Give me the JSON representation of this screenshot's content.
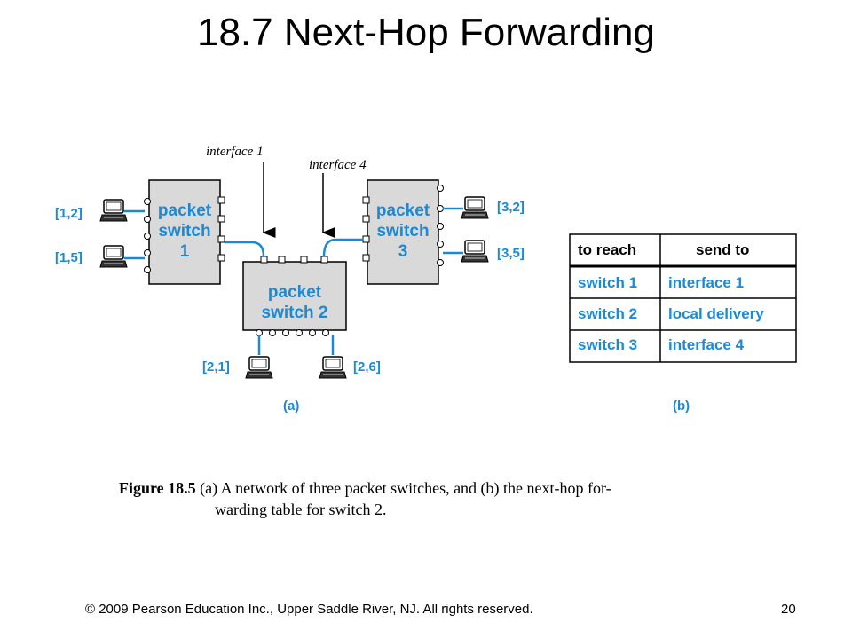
{
  "title": "18.7  Next-Hop Forwarding",
  "diagram": {
    "switches": [
      {
        "line1": "packet",
        "line2": "switch",
        "line3": "1"
      },
      {
        "line1": "packet",
        "line2": "switch 2"
      },
      {
        "line1": "packet",
        "line2": "switch",
        "line3": "3"
      }
    ],
    "hosts": [
      "[1,2]",
      "[1,5]",
      "[3,2]",
      "[3,5]",
      "[2,1]",
      "[2,6]"
    ],
    "interface_labels": [
      "interface 1",
      "interface 4"
    ],
    "sublabel_a": "(a)",
    "sublabel_b": "(b)"
  },
  "table": {
    "headers": [
      "to reach",
      "send to"
    ],
    "rows": [
      [
        "switch 1",
        "interface 1"
      ],
      [
        "switch 2",
        "local delivery"
      ],
      [
        "switch 3",
        "interface 4"
      ]
    ]
  },
  "caption": {
    "figure_number": "Figure 18.5",
    "line1": "(a) A network of three packet switches, and (b) the next-hop for-",
    "line2": "warding table for switch 2."
  },
  "footer": "© 2009 Pearson Education Inc., Upper Saddle River, NJ. All rights reserved.",
  "page_number": "20",
  "colors": {
    "accent": "#1b8ad6",
    "box_fill": "#d9d9d9"
  }
}
